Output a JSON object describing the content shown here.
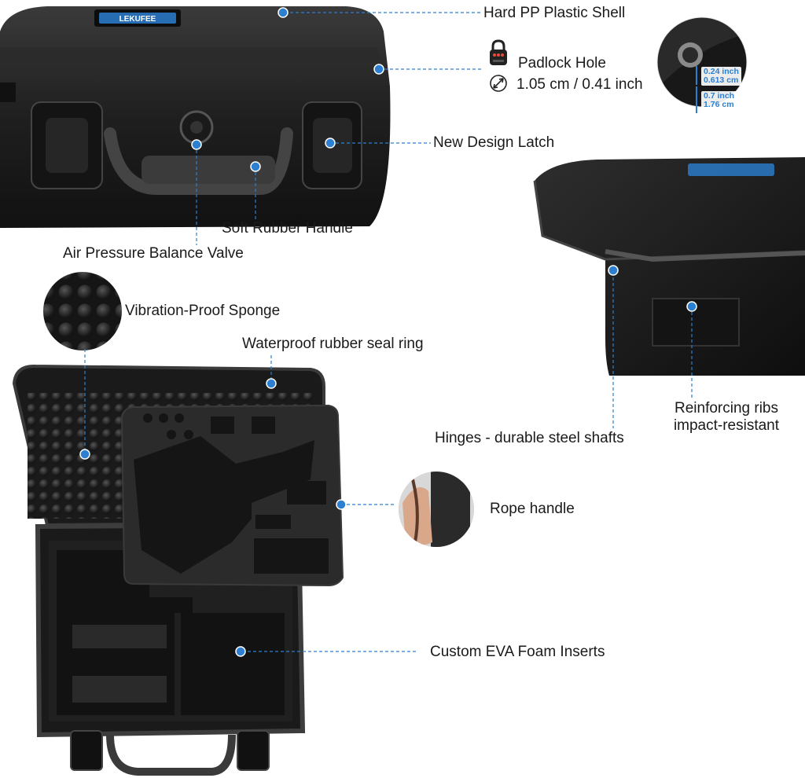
{
  "labels": {
    "hard_shell": "Hard PP Plastic Shell",
    "padlock_title": "Padlock Hole",
    "padlock_size": "1.05 cm / 0.41 inch",
    "latch": "New Design Latch",
    "handle": "Soft Rubber Handle",
    "valve": "Air Pressure Balance Valve",
    "sponge": "Vibration-Proof Sponge",
    "seal_ring": "Waterproof rubber seal ring",
    "ribs_line1": "Reinforcing ribs",
    "ribs_line2": "impact-resistant",
    "hinges": "Hinges - durable steel shafts",
    "rope": "Rope handle",
    "foam": "Custom EVA Foam Inserts"
  },
  "dimensions": {
    "depth_inch": "0.24 inch",
    "depth_cm": "0.613 cm",
    "width_inch": "0.7 inch",
    "width_cm": "1.76 cm"
  },
  "brand_plate": "LEKUFEE",
  "colors": {
    "accent": "#2c7fd1",
    "case_body": "#1e1e1e",
    "case_highlight": "#3a3a3a",
    "foam": "#2a2a2a",
    "text": "#1a1a1a"
  },
  "icons": [
    "padlock-icon",
    "diameter-icon"
  ]
}
